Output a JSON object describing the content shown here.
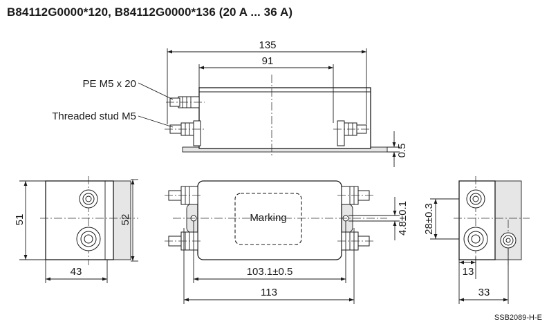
{
  "title": "B84112G0000*120, B84112G0000*136 (20 A ... 36 A)",
  "drawing_ref": "SSB2089-H-E",
  "labels": {
    "pe": "PE M5 x 20",
    "stud": "Threaded stud M5",
    "marking": "Marking"
  },
  "dims": {
    "overall_length": "135",
    "housing_length": "91",
    "flange_thickness": "0.5",
    "side_height": "51",
    "side_flange_height": "52",
    "side_width": "43",
    "hole_spacing": "103.1±0.5",
    "flange_length": "113",
    "hole_offset": "4.8±0.1",
    "terminal_spacing": "28±0.3",
    "end_terminal_offset": "13",
    "end_width": "33"
  },
  "colors": {
    "line": "#1a1a1a",
    "shade": "#e6e6e6"
  }
}
